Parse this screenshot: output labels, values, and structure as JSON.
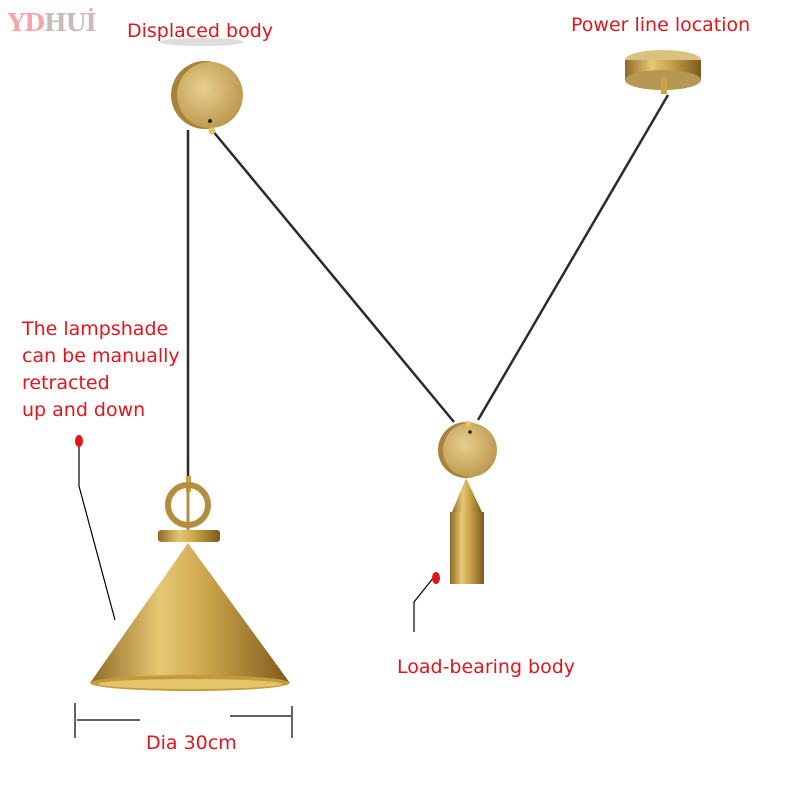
{
  "watermark": {
    "part1": "YD",
    "part2": "HUİ"
  },
  "labels": {
    "displaced_body": "Displaced body",
    "power_line_location": "Power line location",
    "lampshade_note": [
      "The lampshade",
      "can be manually",
      "retracted",
      "up and down"
    ],
    "load_bearing_body": "Load-bearing body",
    "dimension": "Dia 30cm"
  },
  "colors": {
    "annotation": "#e3151b",
    "brass": "#c9a24a",
    "cable": "#2b2b2b"
  }
}
